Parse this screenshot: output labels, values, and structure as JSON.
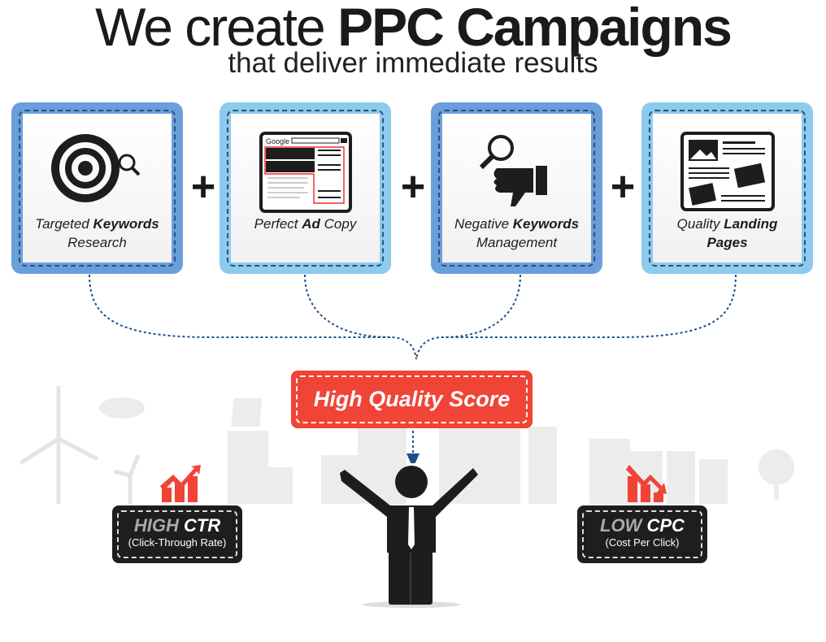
{
  "header": {
    "title_light": "We create ",
    "title_bold": "PPC Campaigns",
    "subtitle": "that deliver immediate results"
  },
  "cards": [
    {
      "pre": "Targeted ",
      "bold": "Keywords",
      "post": "Research",
      "icon": "target-search-icon"
    },
    {
      "pre": "Perfect ",
      "bold": "Ad",
      "post": " Copy",
      "icon": "google-serp-icon",
      "google": "Google"
    },
    {
      "pre": "Negative ",
      "bold": "Keywords",
      "post": "Management",
      "icon": "thumbs-down-search-icon"
    },
    {
      "pre": "Quality ",
      "bold": "Landing",
      "post": "Pages",
      "icon": "landing-page-icon"
    }
  ],
  "plus": "+",
  "quality_score": "High Quality Score",
  "ctr": {
    "gray": "HIGH ",
    "bold": "CTR",
    "sub": "(Click-Through Rate)"
  },
  "cpc": {
    "gray": "LOW ",
    "bold": "CPC",
    "sub": "(Cost Per Click)"
  },
  "colors": {
    "dark_blue": "#6b9fdc",
    "light_blue": "#8ccbee",
    "red": "#f04436",
    "navy": "#1f4f8a"
  }
}
